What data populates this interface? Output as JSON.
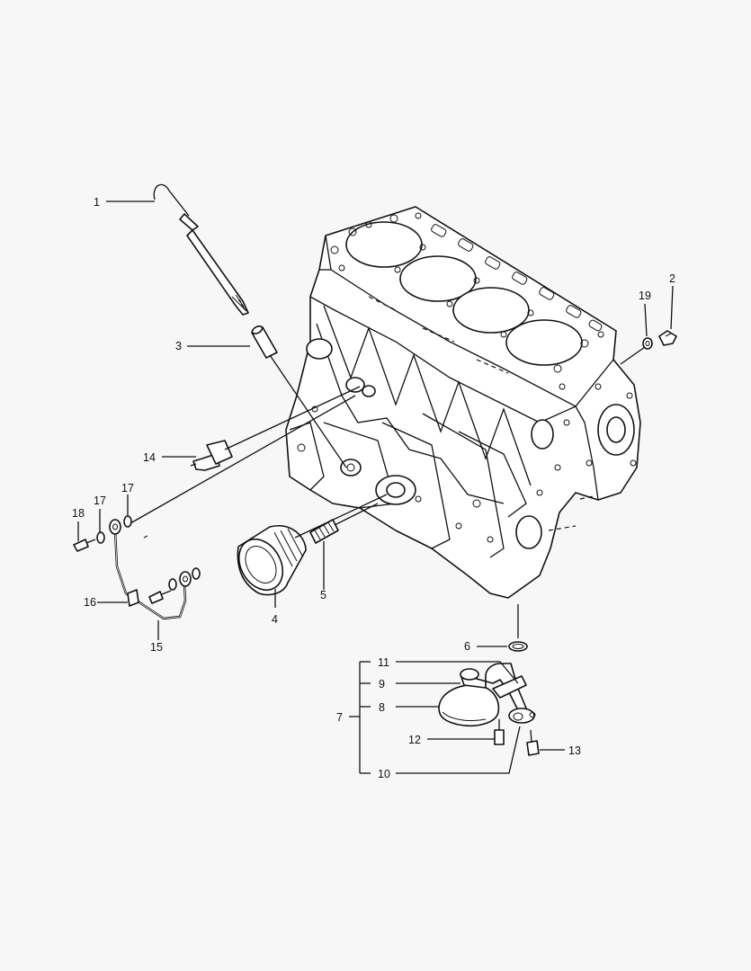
{
  "callouts": [
    {
      "id": "c1",
      "text": "1"
    },
    {
      "id": "c2",
      "text": "2"
    },
    {
      "id": "c3",
      "text": "3"
    },
    {
      "id": "c4",
      "text": "4"
    },
    {
      "id": "c5",
      "text": "5"
    },
    {
      "id": "c6",
      "text": "6"
    },
    {
      "id": "c7",
      "text": "7"
    },
    {
      "id": "c8",
      "text": "8"
    },
    {
      "id": "c9",
      "text": "9"
    },
    {
      "id": "c10",
      "text": "10"
    },
    {
      "id": "c11",
      "text": "11"
    },
    {
      "id": "c12",
      "text": "12"
    },
    {
      "id": "c13",
      "text": "13"
    },
    {
      "id": "c14",
      "text": "14"
    },
    {
      "id": "c15",
      "text": "15"
    },
    {
      "id": "c16",
      "text": "16"
    },
    {
      "id": "c17a",
      "text": "17"
    },
    {
      "id": "c17b",
      "text": "17"
    },
    {
      "id": "c18",
      "text": "18"
    },
    {
      "id": "c19",
      "text": "19"
    }
  ]
}
